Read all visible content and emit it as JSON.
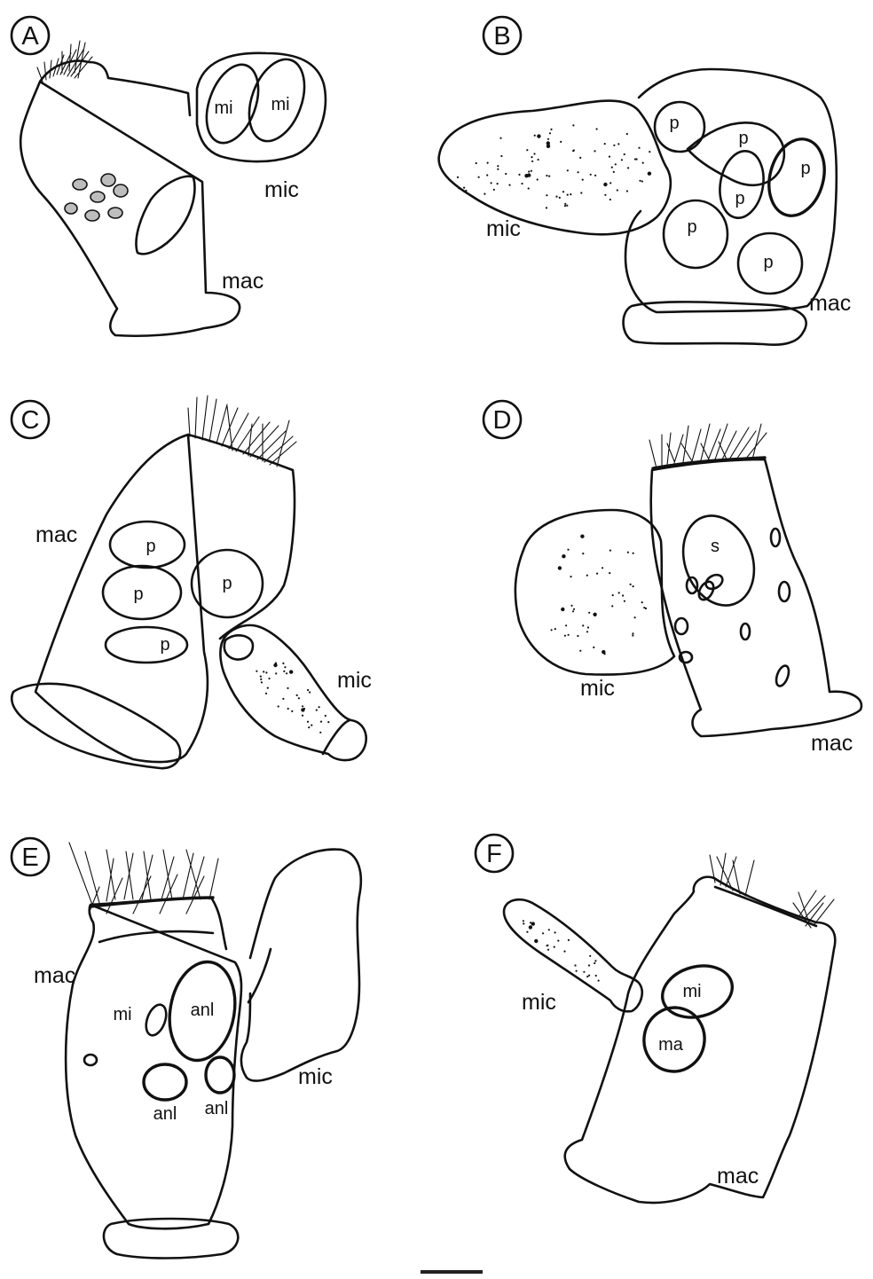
{
  "figure": {
    "panels": [
      {
        "letter": "A",
        "labels": {
          "mi_1": "mi",
          "mi_2": "mi",
          "mic": "mic",
          "mac": "mac"
        }
      },
      {
        "letter": "B",
        "labels": {
          "mic": "mic",
          "mac": "mac",
          "p": "p"
        }
      },
      {
        "letter": "C",
        "labels": {
          "mac": "mac",
          "mic": "mic",
          "p": "p"
        }
      },
      {
        "letter": "D",
        "labels": {
          "s": "s",
          "mic": "mic",
          "mac": "mac"
        }
      },
      {
        "letter": "E",
        "labels": {
          "mac": "mac",
          "mi": "mi",
          "anl": "anl",
          "mic": "mic"
        }
      },
      {
        "letter": "F",
        "labels": {
          "mic": "mic",
          "mi": "mi",
          "ma": "ma",
          "mac": "mac"
        }
      }
    ]
  }
}
